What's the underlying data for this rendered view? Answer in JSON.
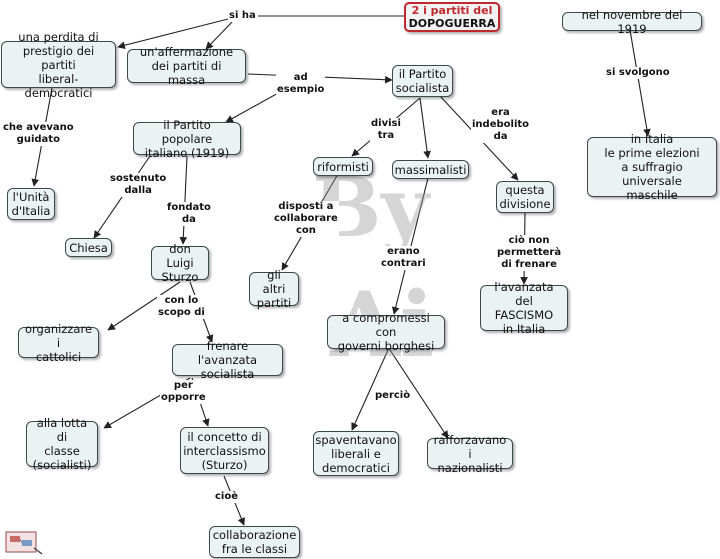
{
  "title": {
    "line1": "2 i partiti del",
    "line2": "DOPOGUERRA"
  },
  "watermark": {
    "line1": "By",
    "line2": "Ai"
  },
  "nodes": {
    "perdita": "una perdita di\nprestigio dei partiti\nliberal-democratici",
    "affermazione": "un'affermazione\ndei partiti di massa",
    "psi": "il Partito\nsocialista",
    "ppi": "il Partito popolare\nitaliano (1919)",
    "unita": "l'Unità\nd'Italia",
    "chiesa": "Chiesa",
    "sturzo": "don Luigi\nSturzo",
    "riformisti": "riformisti",
    "massimalisti": "massimalisti",
    "questa_divisione": "questa\ndivisione",
    "gli_altri_partiti": "gli altri\npartiti",
    "fascismo": "l'avanzata del\nFASCISMO\nin Italia",
    "organizzare": "organizzare i\ncattolici",
    "frenare": "frenare l'avanzata\nsocialista",
    "compromessi": "a compromessi con\ngoverni borghesi",
    "lotta": "alla lotta di\nclasse\n(socialisti)",
    "interclassismo": "il concetto di\ninterclassismo\n(Sturzo)",
    "spaventavano": "spaventavano\nliberali e\ndemocratici",
    "rafforzavano": "rafforzavano i\nnazionalisti",
    "collaborazione": "collaborazione\nfra le classi",
    "novembre": "nel novembre del 1919",
    "elezioni": "in Italia\nle prime elezioni\na suffragio universale\nmaschile"
  },
  "links": {
    "si_ha": "si ha",
    "che_avevano_guidato": "che avevano\nguidato",
    "ad_esempio": "ad\nesempio",
    "sostenuto_dalla": "sostenuto\ndalla",
    "fondato_da": "fondato\nda",
    "divisi_tra": "divisi\ntra",
    "era_indebolito_da": "era\nindebolito\nda",
    "disposti": "disposti a\ncollaborare\ncon",
    "ciò_non_permetterà": "ciò non\npermetterà\ndi frenare",
    "con_lo_scopo_di": "con lo\nscopo di",
    "erano_contrari": "erano\ncontrari",
    "per_opporre": "per\nopporre",
    "perciò": "perciò",
    "cioè": "cioè",
    "si_svolgono": "si svolgono"
  },
  "colors": {
    "title_border": "#c0282d",
    "node_fill": "#eaf2f2",
    "node_border": "#3a4a4a",
    "line": "#222222"
  }
}
